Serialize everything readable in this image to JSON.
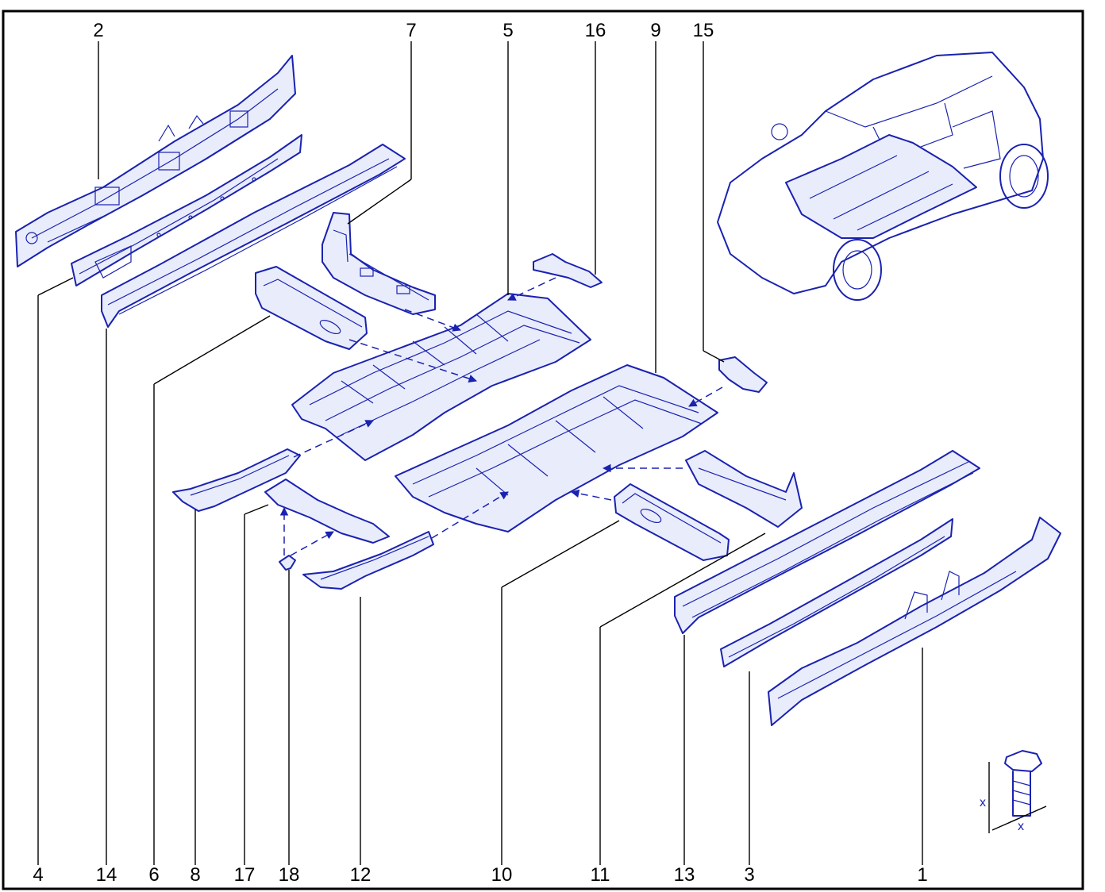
{
  "diagram": {
    "callouts_top": [
      {
        "num": "2"
      },
      {
        "num": "7"
      },
      {
        "num": "5"
      },
      {
        "num": "16"
      },
      {
        "num": "9"
      },
      {
        "num": "15"
      }
    ],
    "callouts_bottom": [
      {
        "num": "4"
      },
      {
        "num": "14"
      },
      {
        "num": "6"
      },
      {
        "num": "8"
      },
      {
        "num": "17"
      },
      {
        "num": "18"
      },
      {
        "num": "12"
      },
      {
        "num": "10"
      },
      {
        "num": "11"
      },
      {
        "num": "13"
      },
      {
        "num": "3"
      },
      {
        "num": "1"
      }
    ],
    "dimension_label": "x",
    "colors": {
      "line_art": "#1a22b0",
      "fill": "#e9ecfb",
      "text": "#000000",
      "frame": "#000000"
    }
  }
}
